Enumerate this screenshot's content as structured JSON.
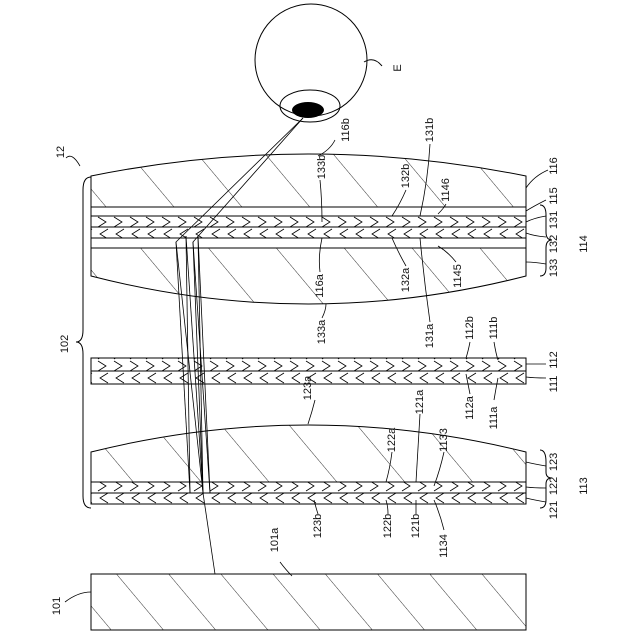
{
  "figure": {
    "eye_label": "E",
    "assembly_label": "12",
    "group_label": "102"
  },
  "labels": {
    "l101": "101",
    "l101a": "101a",
    "l111": "111",
    "l112": "112",
    "l111a": "111a",
    "l111b": "111b",
    "l112a": "112a",
    "l112b": "112b",
    "l113": "113",
    "l121": "121",
    "l122": "122",
    "l123": "123",
    "l121a": "121a",
    "l121b": "121b",
    "l122a": "122a",
    "l122b": "122b",
    "l123a": "123a",
    "l123b": "123b",
    "l1133": "1133",
    "l1134": "1134",
    "l114": "114",
    "l131": "131",
    "l132": "132",
    "l133": "133",
    "l115": "115",
    "l116": "116",
    "l116a": "116a",
    "l116b": "116b",
    "l131a": "131a",
    "l131b": "131b",
    "l132a": "132a",
    "l132b": "132b",
    "l133a": "133a",
    "l133b": "133b",
    "l1145": "1145",
    "l1146": "1146"
  }
}
